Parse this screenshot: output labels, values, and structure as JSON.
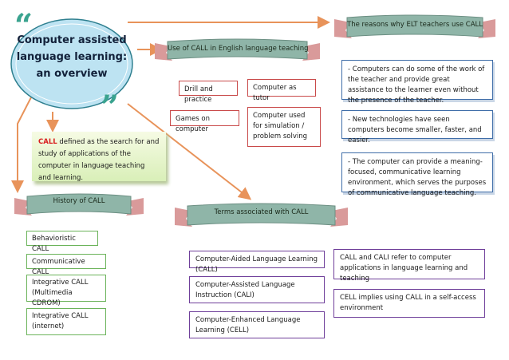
{
  "title": "Computer assisted language learning: an overview",
  "definition": {
    "keyword": "CALL",
    "text": " defined as the search for and study of applications of the computer in language teaching and learning."
  },
  "use_section": {
    "heading": "Use of CALL in English language teaching",
    "items": [
      "Drill and practice",
      "Computer as tutor",
      "Games on computer",
      "Computer used for simulation / problem solving"
    ]
  },
  "reasons_section": {
    "heading": "The reasons why ELT teachers use CALL",
    "items": [
      "- Computers can do some of the work of the teacher and provide great assistance to the learner even without the presence of the teacher.",
      "- New technologies have seen computers become smaller, faster, and easier.",
      "- The computer can provide a meaning-focused, communicative learning environment, which serves the purposes of communicative language teaching."
    ]
  },
  "history_section": {
    "heading": "History of CALL",
    "items": [
      "Behavioristic CALL",
      "Communicative CALL",
      "Integrative CALL (Multimedia CDROM)",
      "Integrative CALL (internet)"
    ]
  },
  "terms_section": {
    "heading": "Terms associated with CALL",
    "items": [
      "Computer-Aided Language Learning (CALL)",
      "Computer-Assisted Language Instruction (CALI)",
      "Computer-Enhanced Language Learning (CELL)"
    ],
    "notes": [
      "CALL and CALI refer to computer applications in language learning and teaching",
      "CELL implies using CALL in a self-access environment"
    ]
  },
  "colors": {
    "arrow": "#e8935a",
    "banner": "#8fb5a8",
    "banner_tail": "#d99a9a",
    "bubble": "#bde3f2",
    "quote": "#3aa38f"
  }
}
